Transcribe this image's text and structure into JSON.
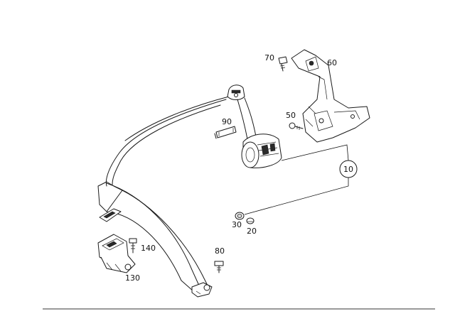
{
  "callouts": {
    "p10": "10",
    "p20": "20",
    "p30": "30",
    "p50": "50",
    "p60": "60",
    "p70": "70",
    "p80": "80",
    "p90": "90",
    "p130": "130",
    "p140": "140"
  }
}
